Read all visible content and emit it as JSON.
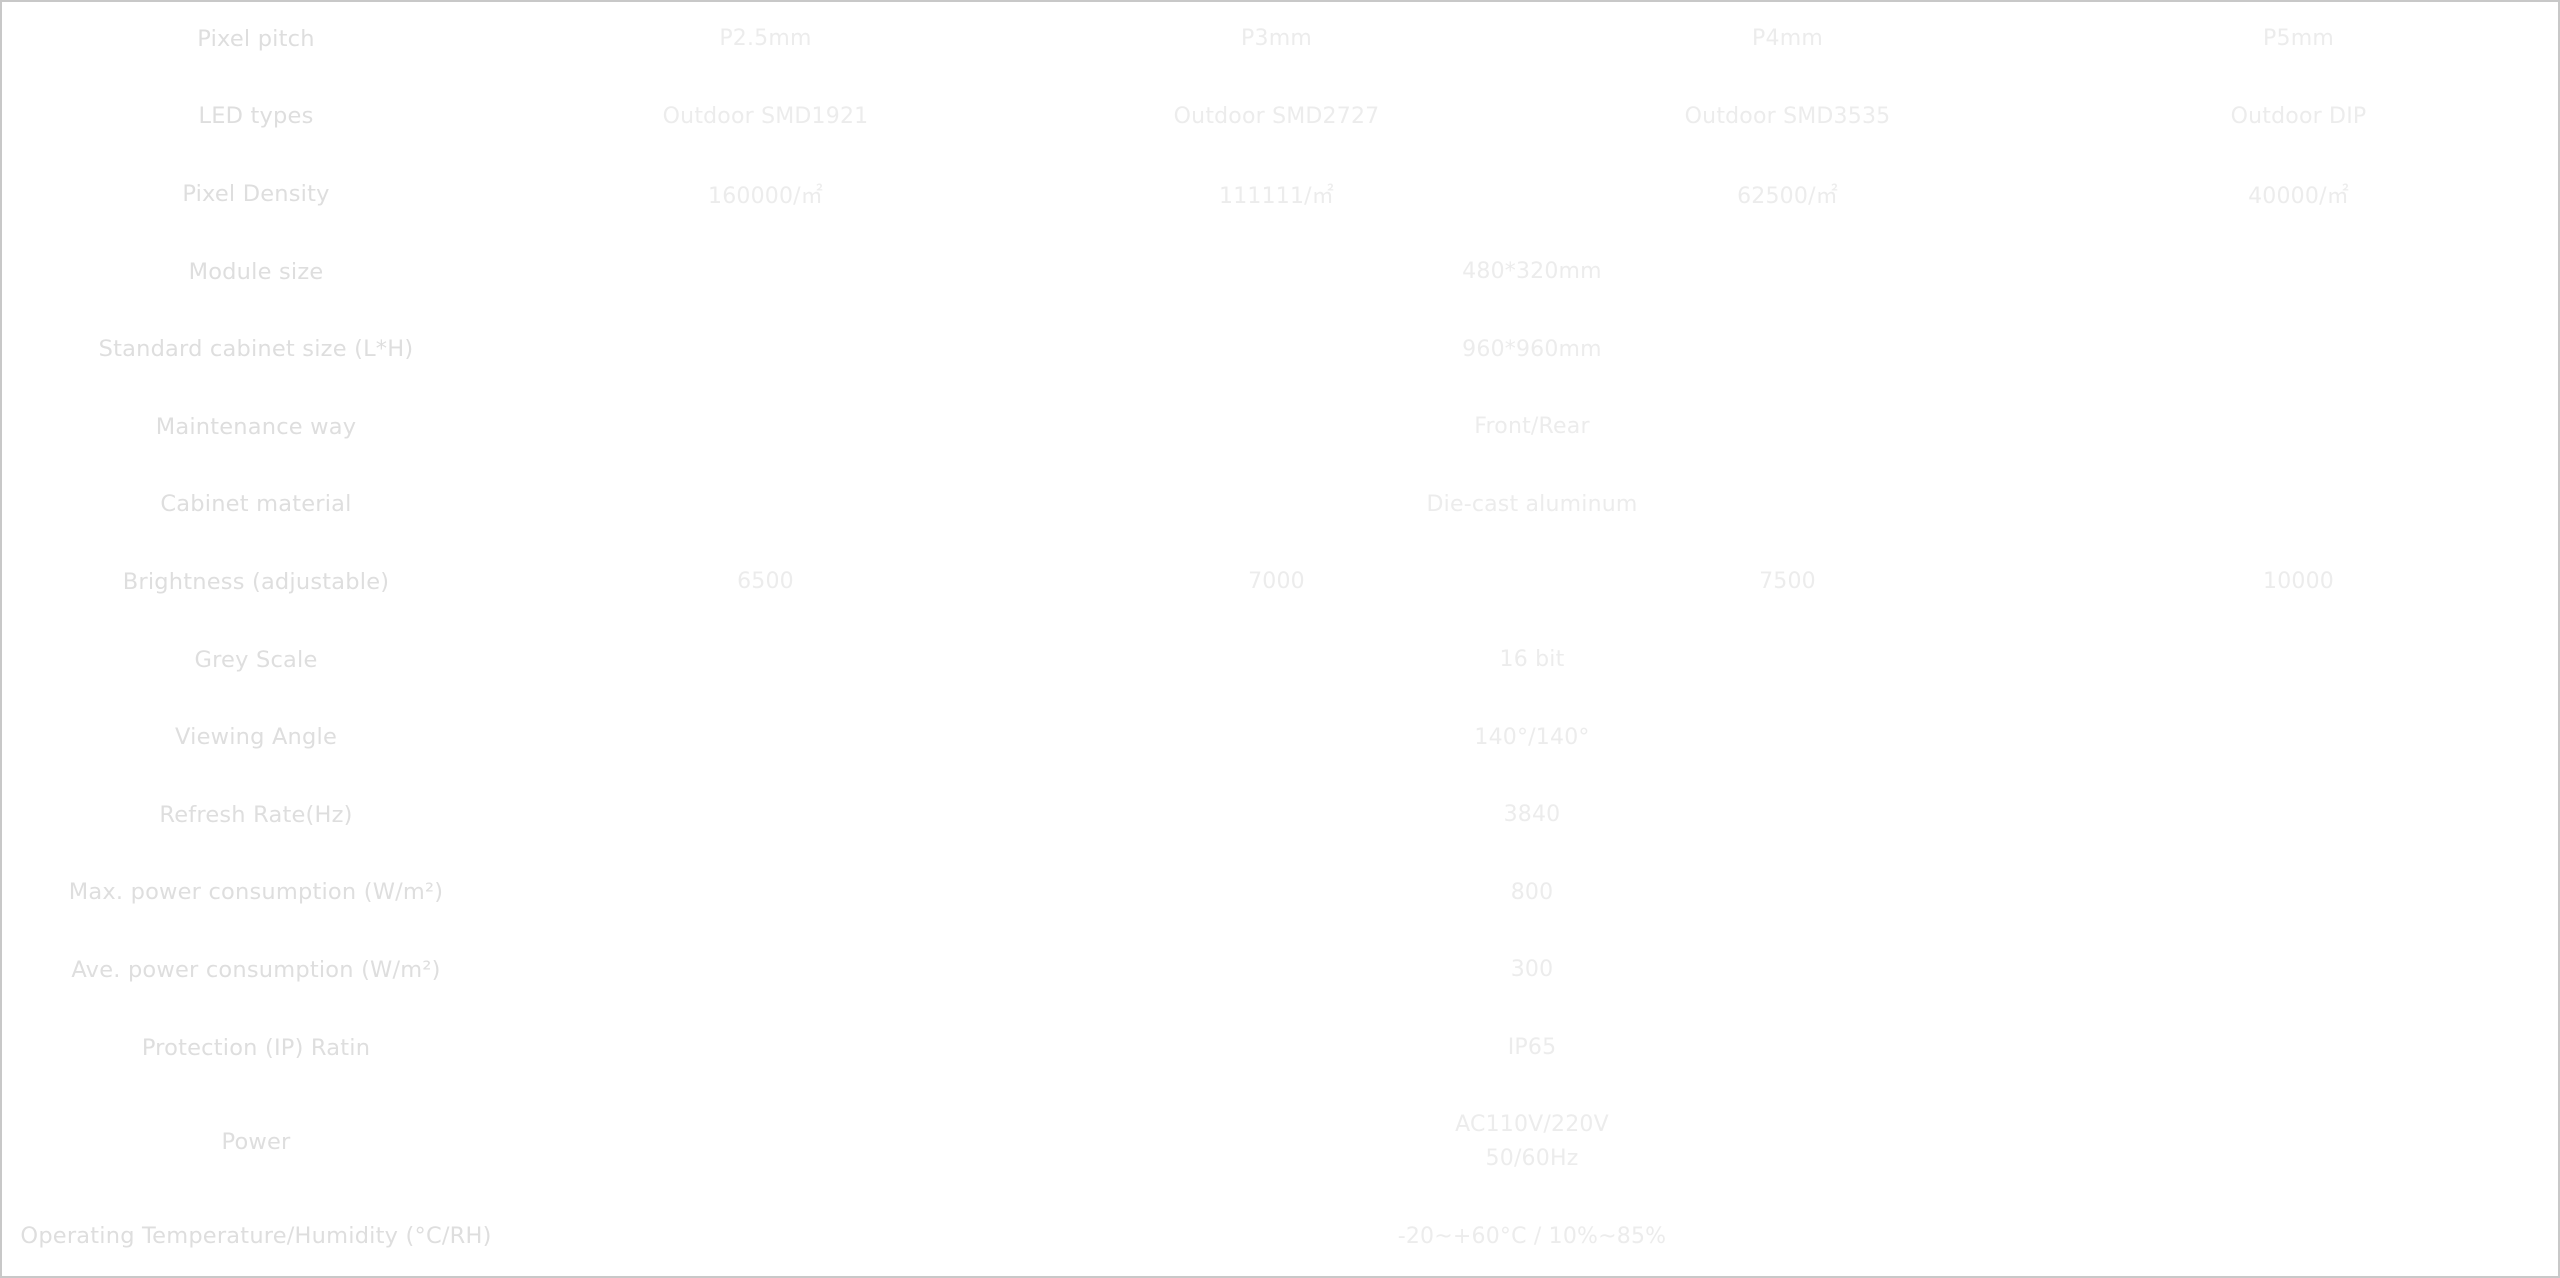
{
  "spec_table": {
    "rows": [
      {
        "label": "Pixel pitch",
        "values": [
          "P2.5mm",
          "P3mm",
          "P4mm",
          "P5mm"
        ]
      },
      {
        "label": "LED types",
        "values": [
          "Outdoor SMD1921",
          "Outdoor SMD2727",
          "Outdoor SMD3535",
          "Outdoor DIP"
        ]
      },
      {
        "label": "Pixel Density",
        "values": [
          "160000/㎡",
          "111111/㎡",
          "62500/㎡",
          "40000/㎡"
        ]
      },
      {
        "label": "Module size",
        "value": "480*320mm"
      },
      {
        "label": "Standard cabinet size (L*H)",
        "value": "960*960mm"
      },
      {
        "label": "Maintenance way",
        "value": "Front/Rear"
      },
      {
        "label": "Cabinet material",
        "value": "Die-cast aluminum"
      },
      {
        "label": "Brightness (adjustable)",
        "values": [
          "6500",
          "7000",
          "7500",
          "10000"
        ]
      },
      {
        "label": "Grey Scale",
        "value": "16 bit"
      },
      {
        "label": "Viewing Angle",
        "value": "140°/140°"
      },
      {
        "label": "Refresh Rate(Hz)",
        "value": "3840"
      },
      {
        "label": "Max. power consumption (W/m²)",
        "value": "800"
      },
      {
        "label": "Ave. power consumption (W/m²)",
        "value": "300"
      },
      {
        "label": "Protection (IP) Ratin",
        "value": "IP65"
      },
      {
        "label": "Power",
        "lines": [
          "AC110V/220V",
          "50/60Hz"
        ]
      },
      {
        "label": "Operating Temperature/Humidity (°C/RH)",
        "value": "-20~+60°C / 10%~85%"
      }
    ]
  }
}
